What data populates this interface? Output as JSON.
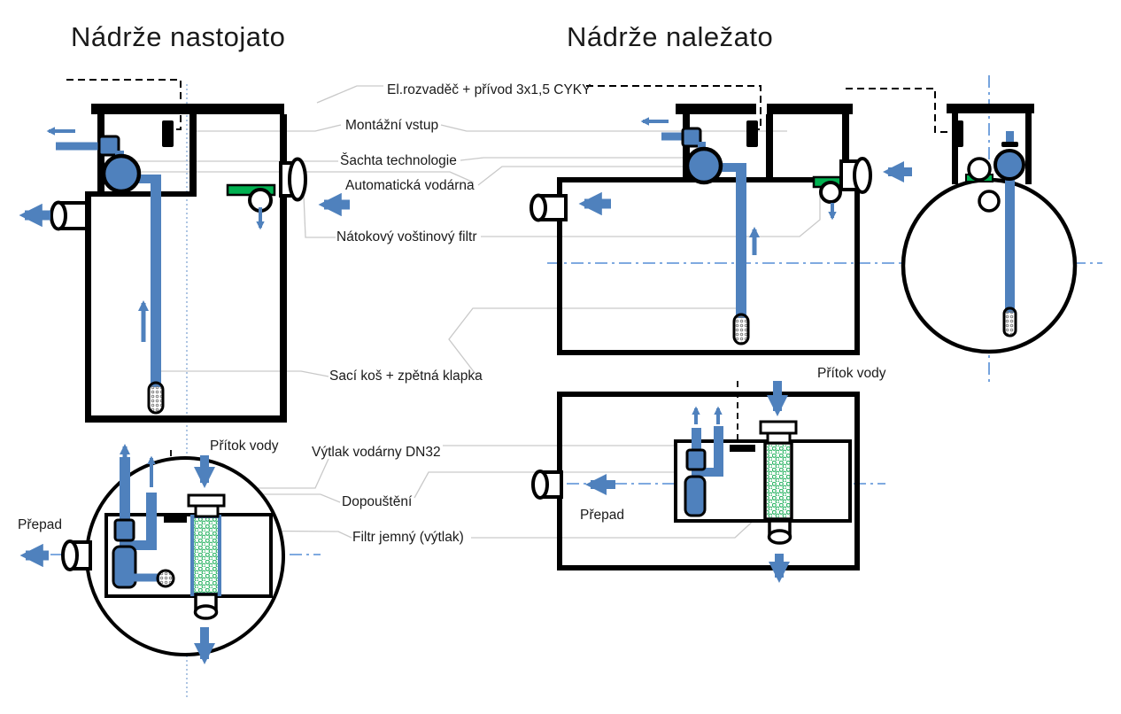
{
  "titles": {
    "left": "Nádrže nastojato",
    "right": "Nádrže naležato"
  },
  "labels": {
    "el_rozvadec": "El.rozvaděč + přívod 3x1,5 CYKY",
    "montazni_vstup": "Montážní vstup",
    "sachta_technologie": "Šachta technologie",
    "automaticka_vodarna": "Automatická vodárna",
    "natokovy_filtr": "Nátokový voštinový filtr",
    "saci_kos": "Sací koš + zpětná klapka",
    "vytlak_vodarny": "Výtlak vodárny DN32",
    "dopousteni": "Dopouštění",
    "filtr_jemny": "Filtr jemný (výtlak)",
    "pritok_vody": "Přítok vody",
    "prepad": "Přepad"
  },
  "colors": {
    "pipe_blue": "#4f81bd",
    "arrow_blue": "#4f81bd",
    "filter_green": "#00b050",
    "hatch_green": "#2eb566",
    "centerline_blue": "#558ed5",
    "leader_gray": "#c9c9c9",
    "outline_black": "#000000"
  },
  "views": {
    "standing_side": "standing-tank-side-view",
    "standing_top": "standing-tank-top-view",
    "lying_side": "lying-tank-side-view",
    "lying_end": "lying-tank-end-view",
    "lying_top": "lying-tank-top-view"
  }
}
